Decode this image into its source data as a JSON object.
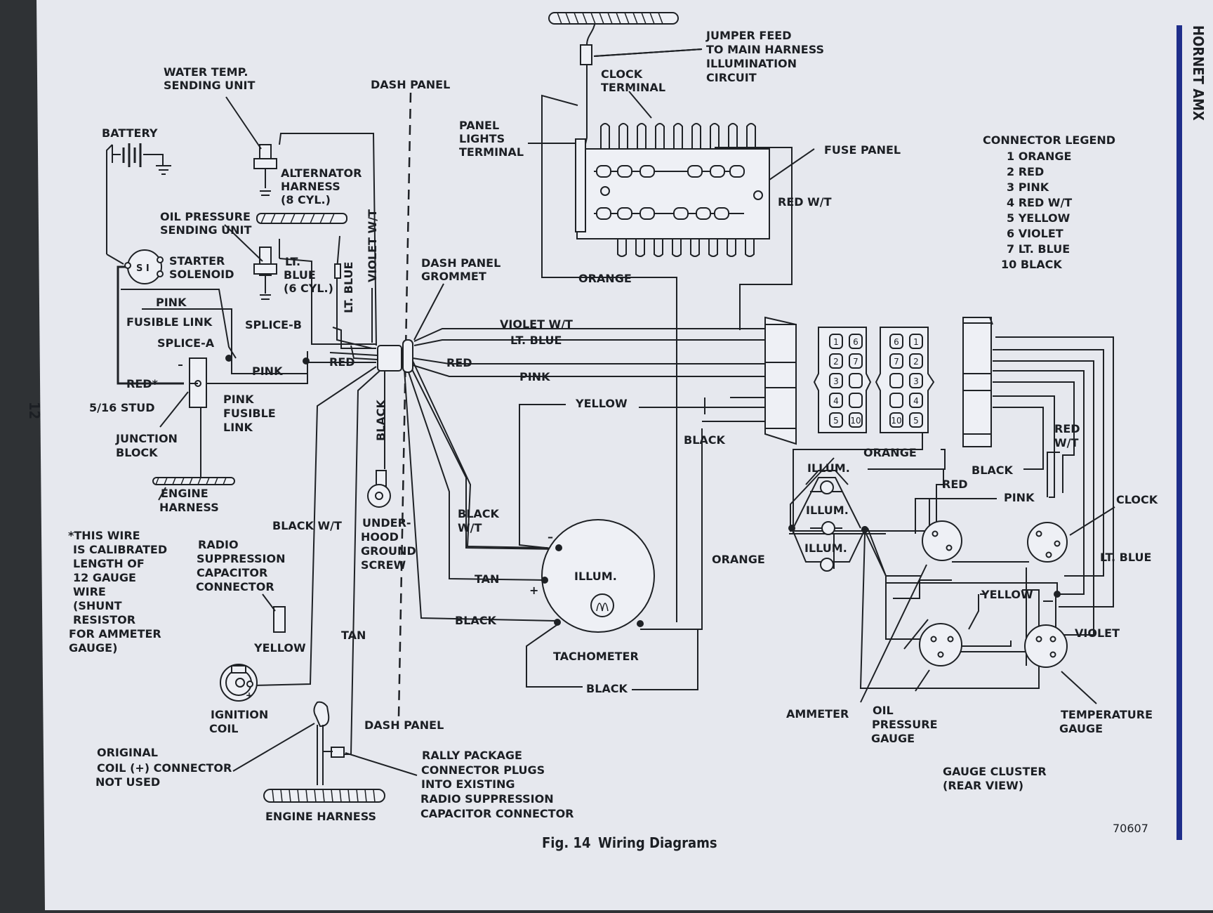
{
  "page": {
    "side_title": "HORNET AMX",
    "page_number": "12",
    "figure_number": "Fig. 14",
    "figure_title": "Wiring Diagrams",
    "diagram_number": "70607",
    "colors": {
      "paper": "#e6e8ee",
      "ink": "#1e2125",
      "backdrop": "#2f3235",
      "blue_rule": "#1f2e8a"
    }
  },
  "labels": {
    "jumper_feed": [
      "JUMPER FEED",
      "TO MAIN HARNESS",
      "ILLUMINATION",
      "CIRCUIT"
    ],
    "clock_terminal": [
      "CLOCK",
      "TERMINAL"
    ],
    "water_temp": [
      "WATER TEMP.",
      "SENDING UNIT"
    ],
    "dash_panel_top": "DASH PANEL",
    "panel_lights": [
      "PANEL",
      "LIGHTS",
      "TERMINAL"
    ],
    "fuse_panel": "FUSE PANEL",
    "battery": "BATTERY",
    "alternator_harness": [
      "ALTERNATOR",
      "HARNESS",
      "(8 CYL.)"
    ],
    "red_wt_fuse": "RED W/T",
    "oil_pressure_sending": [
      "OIL PRESSURE",
      "SENDING UNIT"
    ],
    "starter_solenoid": [
      "STARTER",
      "SOLENOID"
    ],
    "solenoid_mark": "S I",
    "lt_blue_6cyl": [
      "LT.",
      "BLUE",
      "(6 CYL.)"
    ],
    "lt_blue_vertical": "LT. BLUE",
    "violet_wt_vertical": "VIOLET W/T",
    "dash_panel_grommet": [
      "DASH PANEL",
      "GROMMET"
    ],
    "orange_top": "ORANGE",
    "pink_1": "PINK",
    "fusible_link": "FUSIBLE LINK",
    "splice_b": "SPLICE-B",
    "splice_a": "SPLICE-A",
    "violet_wt": "VIOLET W/T",
    "lt_blue": "LT. BLUE",
    "red_left": "RED",
    "red_right": "RED",
    "pink_2": "PINK",
    "pink_right": "PINK",
    "red_star": "RED*",
    "stud": "5/16 STUD",
    "pink_fusible": [
      "PINK",
      "FUSIBLE",
      "LINK"
    ],
    "junction_block": [
      "JUNCTION",
      "BLOCK"
    ],
    "black_vertical": "BLACK",
    "yellow_top": "YELLOW",
    "black_mid": "BLACK",
    "engine_harness_top": [
      "ENGINE",
      "HARNESS"
    ],
    "calibrated_note": [
      "*THIS WIRE",
      "IS CALIBRATED",
      "LENGTH OF",
      "12 GAUGE",
      "WIRE",
      "(SHUNT",
      "RESISTOR",
      "FOR AMMETER",
      "GAUGE)"
    ],
    "black_wt": "BLACK W/T",
    "underhood_ground": [
      "UNDER-",
      "HOOD",
      "GROUND",
      "SCREW"
    ],
    "black_wt_right": [
      "BLACK",
      "W/T"
    ],
    "radio_suppression": [
      "RADIO",
      "SUPPRESSION",
      "CAPACITOR",
      "CONNECTOR"
    ],
    "tan_right": "TAN",
    "illum_tach": "ILLUM.",
    "orange_mid": "ORANGE",
    "black_tach": "BLACK",
    "yellow_left": "YELLOW",
    "tan_left": "TAN",
    "tachometer": "TACHOMETER",
    "black_bottom": "BLACK",
    "ignition_coil": [
      "IGNITION",
      "COIL"
    ],
    "dash_panel_bottom": "DASH PANEL",
    "original_coil": [
      "ORIGINAL",
      "COIL (+) CONNECTOR",
      "NOT USED"
    ],
    "rally_package": [
      "RALLY PACKAGE",
      "CONNECTOR PLUGS",
      "INTO EXISTING",
      "RADIO SUPPRESSION",
      "CAPACITOR CONNECTOR"
    ],
    "engine_harness_bottom": "ENGINE HARNESS",
    "orange_gauge": "ORANGE",
    "black_gauge": "BLACK",
    "red_wt_gauge": [
      "RED",
      "W/T"
    ],
    "red_gauge": "RED",
    "pink_gauge": "PINK",
    "clock": "CLOCK",
    "illum_1": "ILLUM.",
    "illum_2": "ILLUM.",
    "illum_3": "ILLUM.",
    "lt_blue_gauge": "LT. BLUE",
    "yellow_gauge": "YELLOW",
    "violet_gauge": "VIOLET",
    "ammeter": "AMMETER",
    "oil_pressure_gauge": [
      "OIL",
      "PRESSURE",
      "GAUGE"
    ],
    "temperature_gauge": [
      "TEMPERATURE",
      "GAUGE"
    ],
    "gauge_cluster": [
      "GAUGE CLUSTER",
      "(REAR VIEW)"
    ],
    "polarity_minus": "–",
    "polarity_plus": "+"
  },
  "connector_legend": {
    "title": "CONNECTOR LEGEND",
    "items": [
      "1 ORANGE",
      "2 RED",
      "3 PINK",
      "4 RED W/T",
      "5 YELLOW",
      "6 VIOLET",
      "7 LT. BLUE",
      "10 BLACK"
    ]
  },
  "connector_blocks": {
    "left": [
      "1",
      "6",
      "2",
      "7",
      "3",
      "",
      "4",
      "",
      "5",
      "10"
    ],
    "right": [
      "6",
      "1",
      "7",
      "2",
      "",
      "3",
      "",
      "4",
      "10",
      "5"
    ]
  }
}
